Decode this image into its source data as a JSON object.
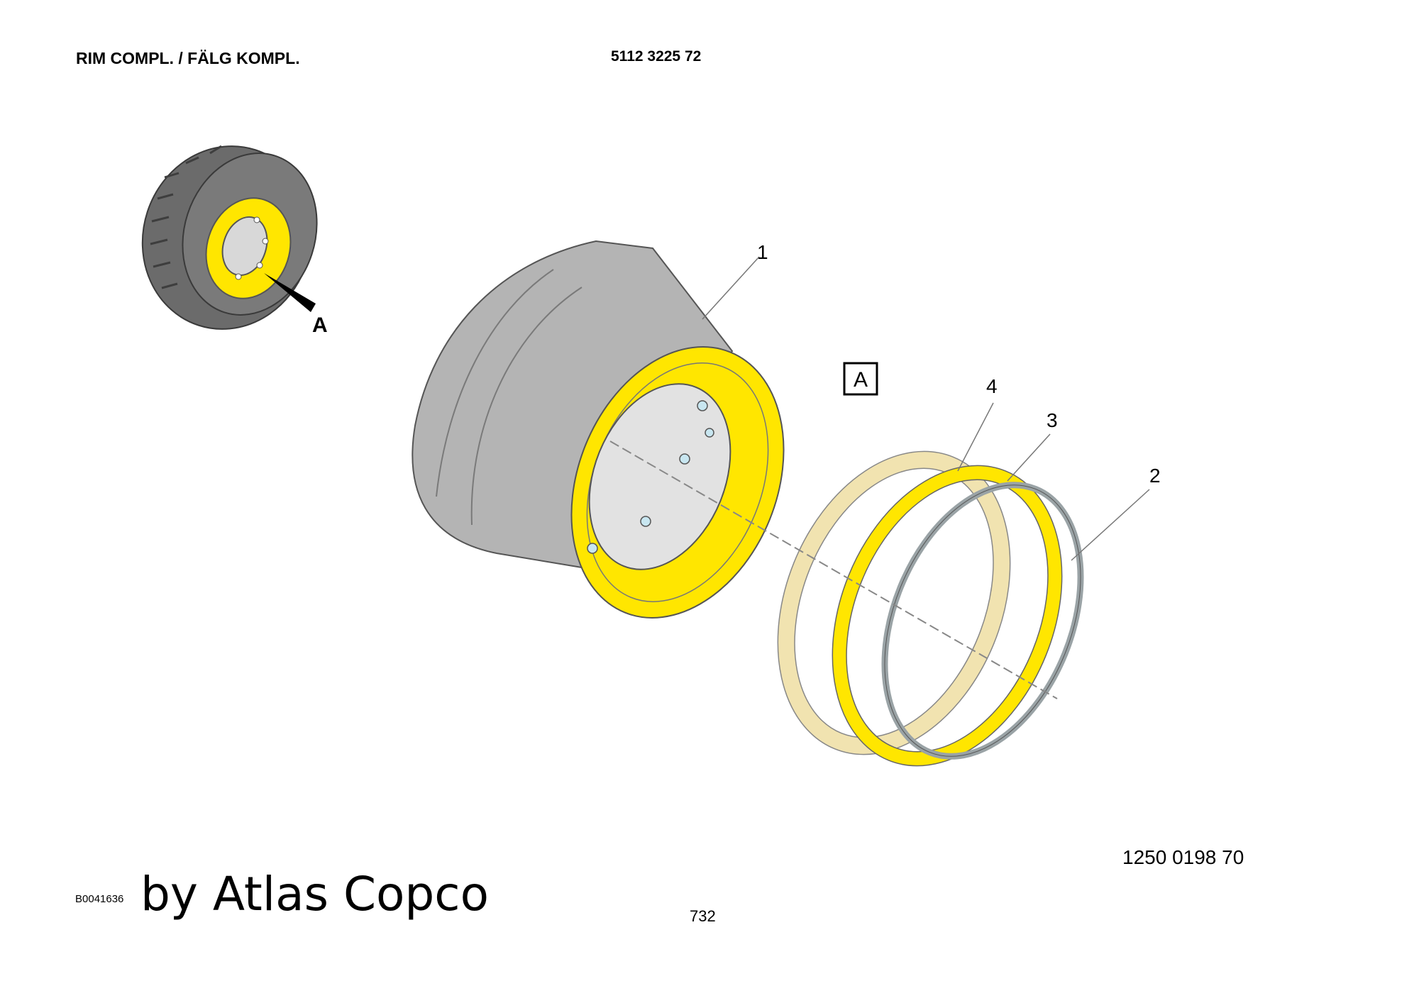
{
  "header": {
    "title": "RIM COMPL. / FÄLG KOMPL.",
    "part_number": "5112 3225 72"
  },
  "callouts": {
    "rim": "1",
    "lock_ring": "2",
    "side_ring": "3",
    "flange_ring": "4"
  },
  "detail_label": "A",
  "detail_box_label": "A",
  "drawing_number": "1250 0198 70",
  "image_id": "B0041636",
  "brand": "by Atlas Copco",
  "page_number": "732",
  "colors": {
    "rim_yellow": "#ffe600",
    "rim_gray": "#b4b4b4",
    "tire_gray": "#6b6b6b",
    "flange_beige": "#f1e3b0",
    "lock_ring_gray": "#9aa3a6"
  }
}
